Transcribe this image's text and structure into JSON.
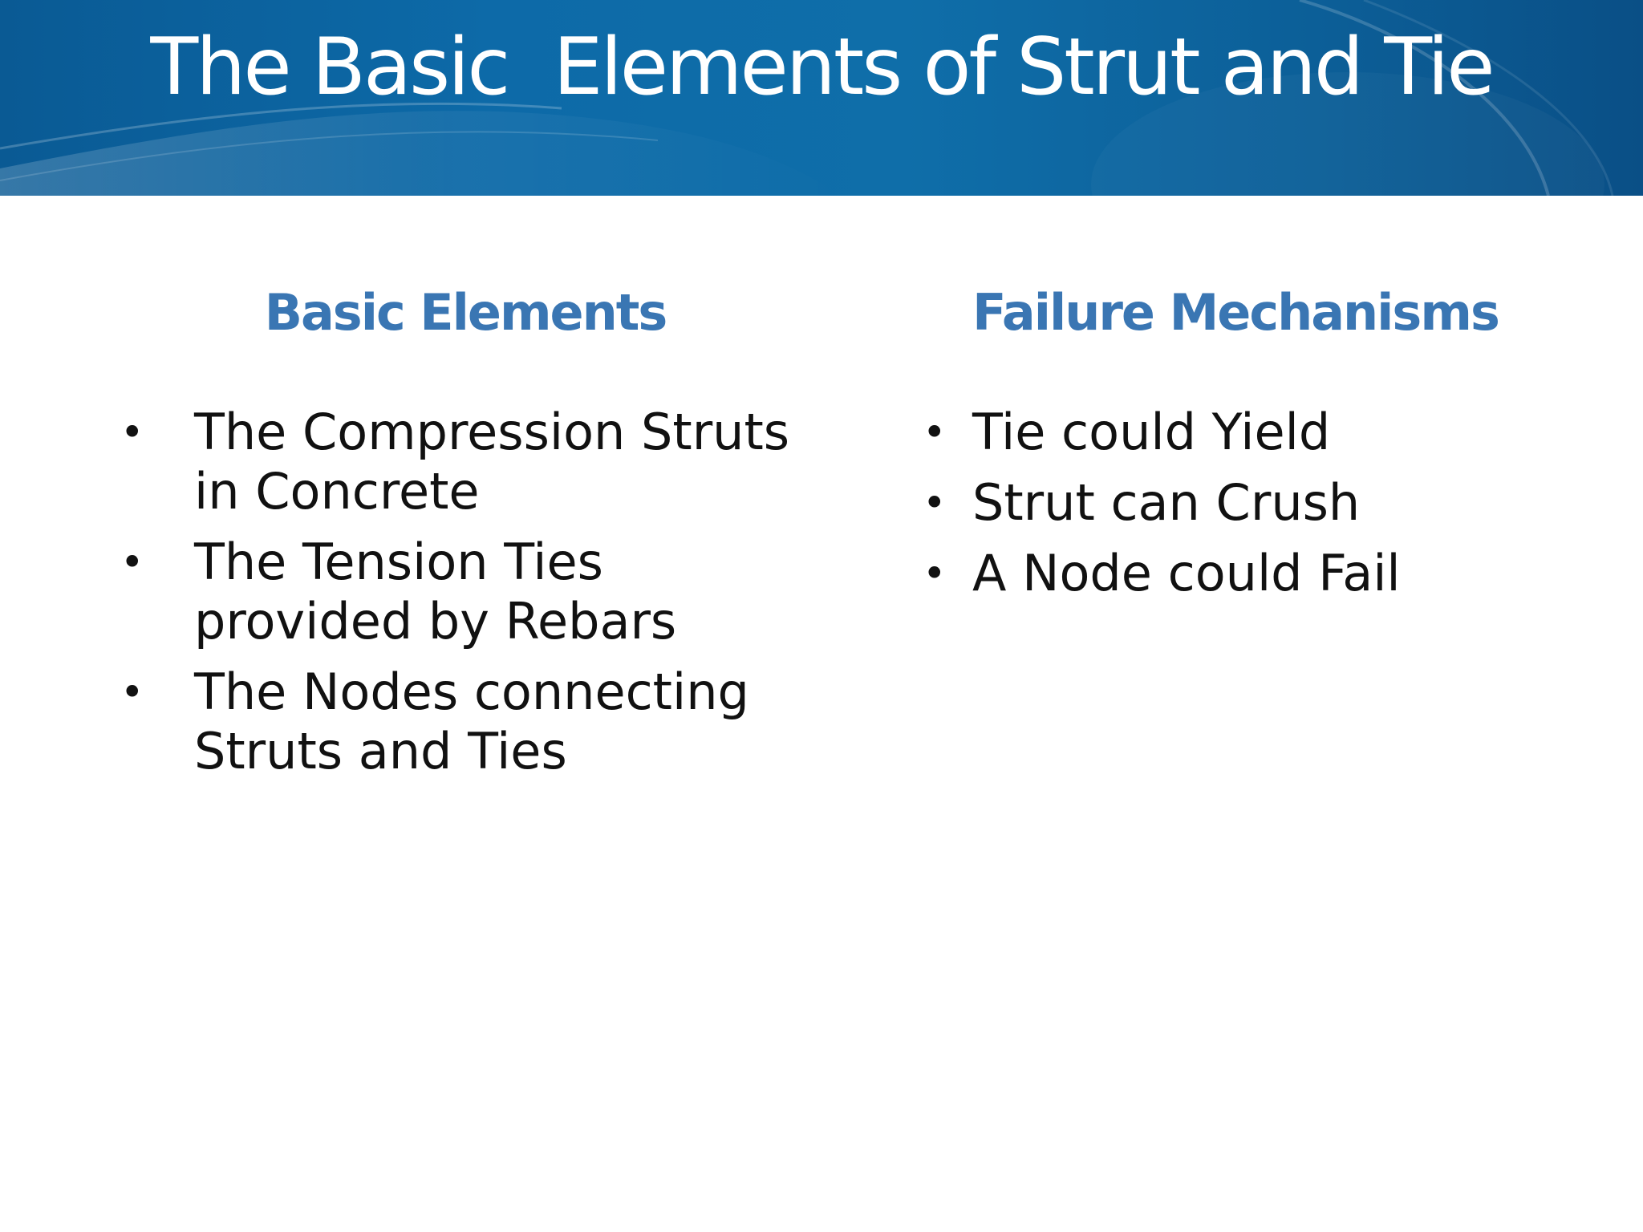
{
  "title": "The Basic  Elements of Strut and Tie",
  "colors": {
    "header_band": "#0d6aa8",
    "heading_blue": "#3a76b3",
    "body_text": "#111111",
    "background": "#ffffff"
  },
  "left_column": {
    "heading": "Basic Elements",
    "items": [
      {
        "bullet": "•",
        "text": "The Compression Struts in Concrete"
      },
      {
        "bullet": "•",
        "text": "The Tension Ties provided by Rebars"
      },
      {
        "bullet": "•",
        "text": "The Nodes connecting Struts and Ties"
      }
    ]
  },
  "right_column": {
    "heading": "Failure Mechanisms",
    "items": [
      {
        "bullet": "•",
        "text": "Tie could Yield"
      },
      {
        "bullet": "•",
        "text": "Strut can Crush"
      },
      {
        "bullet": "•",
        "text": "A Node could Fail"
      }
    ]
  }
}
